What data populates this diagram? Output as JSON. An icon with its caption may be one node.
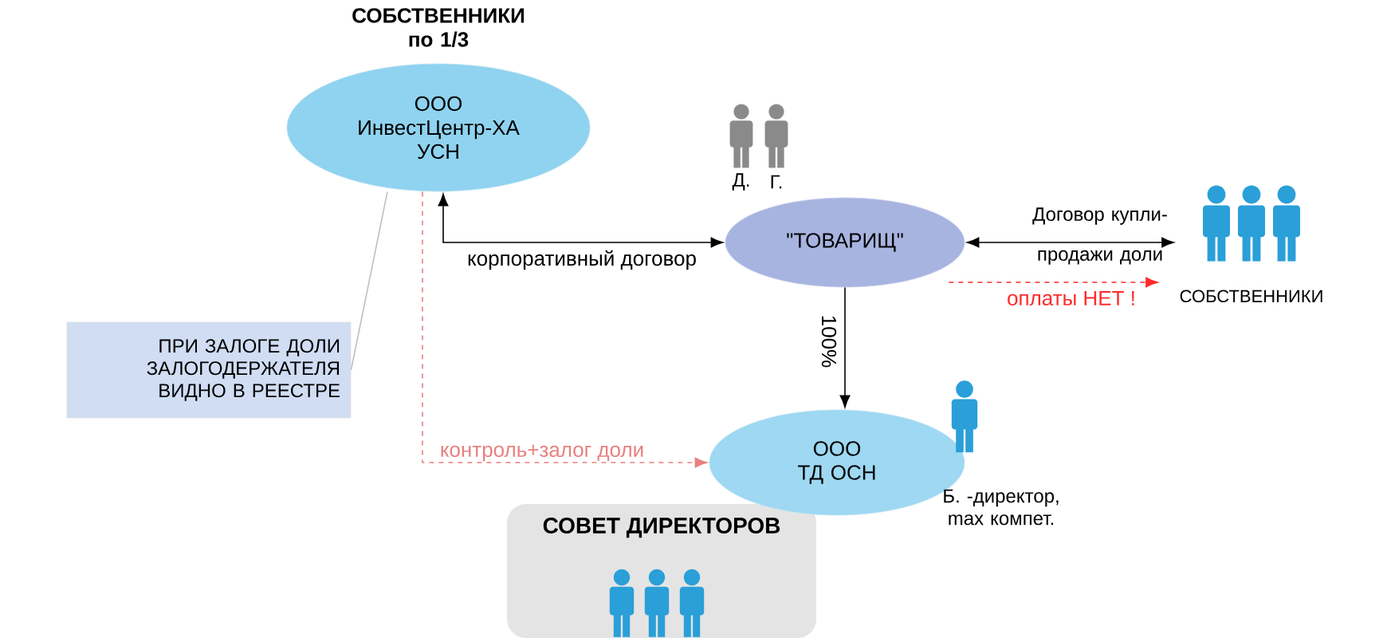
{
  "diagram": {
    "nodes": [
      {
        "text": [
          "ООО ИнвестЦентр-ХА УСН"
        ],
        "beside": [
          "СОБСТВЕННИКИ по 1/3"
        ]
      },
      {
        "text": [
          "\"ТОВАРИЩ\""
        ],
        "beside": [
          "Д.",
          "Г."
        ]
      },
      {
        "text": [
          "СОБСТВЕННИКИ"
        ]
      },
      {
        "text": [
          "ООО ТД ОСН"
        ],
        "beside": [
          "Б. -директор, max компет."
        ]
      },
      {
        "text": [
          "ПРИ ЗАЛОГЕ ДОЛИ ЗАЛОГОДЕРЖАТЕЛЯ ВИДНО В РЕЕСТРЕ"
        ]
      },
      {
        "text": [
          "СОВЕТ ДИРЕКТОРОВ"
        ]
      }
    ],
    "edges": [
      {
        "from": 0,
        "to": 1,
        "arrow": "both",
        "label": "корпоративный договор"
      },
      {
        "from": 1,
        "to": 2,
        "arrow": "both",
        "label": "Договор купли-продажи доли"
      },
      {
        "from": 1,
        "to": 2,
        "arrow": "to",
        "label": "оплаты НЕТ !",
        "style": "dashed",
        "color": "#ff2a2a"
      },
      {
        "from": 1,
        "to": 3,
        "arrow": "to",
        "label": "100%"
      },
      {
        "from": 0,
        "to": 3,
        "arrow": "to",
        "label": "контроль+залог доли",
        "style": "dashed",
        "color": "#e88080"
      },
      {
        "from": 4,
        "to": 0,
        "arrow": "none",
        "color": "#c0c0c0"
      }
    ]
  }
}
